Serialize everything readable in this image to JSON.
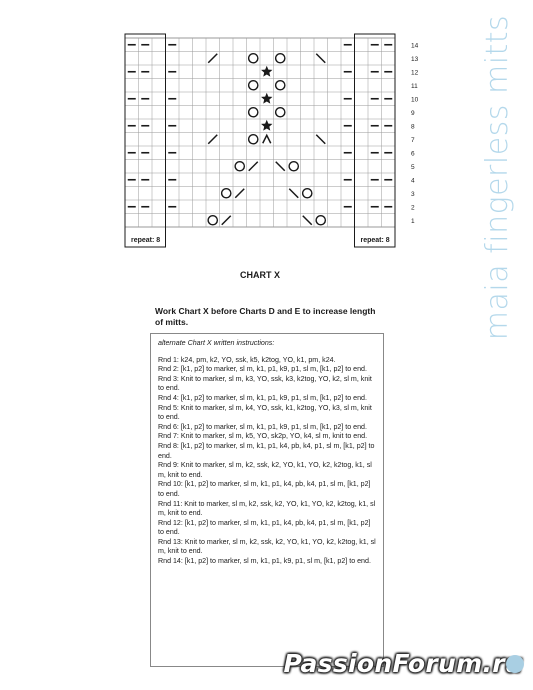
{
  "side_title": "maia fingerless mitts",
  "chart": {
    "label": "CHART X",
    "row_numbers": [
      "14",
      "13",
      "12",
      "11",
      "10",
      "9",
      "8",
      "7",
      "6",
      "5",
      "4",
      "3",
      "2",
      "1"
    ],
    "repeat_left": "repeat: 8",
    "repeat_right": "repeat: 8",
    "purl_symbol": "—",
    "symbols": [
      {
        "row": 13,
        "col": 6,
        "type": "k2tog"
      },
      {
        "row": 13,
        "col": 9,
        "type": "yo"
      },
      {
        "row": 13,
        "col": 11,
        "type": "yo"
      },
      {
        "row": 13,
        "col": 14,
        "type": "ssk"
      },
      {
        "row": 12,
        "col": 10,
        "type": "star"
      },
      {
        "row": 11,
        "col": 9,
        "type": "yo"
      },
      {
        "row": 11,
        "col": 11,
        "type": "yo"
      },
      {
        "row": 10,
        "col": 10,
        "type": "star"
      },
      {
        "row": 9,
        "col": 9,
        "type": "yo"
      },
      {
        "row": 9,
        "col": 11,
        "type": "yo"
      },
      {
        "row": 8,
        "col": 10,
        "type": "star"
      },
      {
        "row": 7,
        "col": 6,
        "type": "k2tog"
      },
      {
        "row": 7,
        "col": 9,
        "type": "yo"
      },
      {
        "row": 7,
        "col": 10,
        "type": "sk2p"
      },
      {
        "row": 7,
        "col": 14,
        "type": "ssk"
      },
      {
        "row": 5,
        "col": 8,
        "type": "yo"
      },
      {
        "row": 5,
        "col": 9,
        "type": "k2tog"
      },
      {
        "row": 5,
        "col": 11,
        "type": "ssk"
      },
      {
        "row": 5,
        "col": 12,
        "type": "yo"
      },
      {
        "row": 3,
        "col": 7,
        "type": "yo"
      },
      {
        "row": 3,
        "col": 8,
        "type": "k2tog"
      },
      {
        "row": 3,
        "col": 12,
        "type": "ssk"
      },
      {
        "row": 3,
        "col": 13,
        "type": "yo"
      },
      {
        "row": 1,
        "col": 6,
        "type": "yo"
      },
      {
        "row": 1,
        "col": 7,
        "type": "k2tog"
      },
      {
        "row": 1,
        "col": 13,
        "type": "ssk"
      },
      {
        "row": 1,
        "col": 14,
        "type": "yo"
      }
    ]
  },
  "note": "Work Chart X before Charts D and E to increase length of mitts.",
  "instructions": {
    "title": "alternate Chart X written instructions:",
    "rounds": [
      "Rnd 1: k24, pm, k2, YO, ssk, k5, k2tog, YO, k1, pm, k24.",
      "Rnd 2: [k1, p2] to marker, sl m, k1, p1, k9, p1, sl m, [k1, p2] to end.",
      "Rnd 3: Knit to marker, sl m, k3, YO, ssk, k3, k2tog, YO, k2, sl m, knit to end.",
      "Rnd 4: [k1, p2] to marker, sl m, k1, p1, k9, p1, sl m, [k1, p2] to end.",
      "Rnd 5: Knit to marker, sl m, k4, YO, ssk, k1, k2tog, YO, k3, sl m, knit to end.",
      "Rnd 6: [k1, p2] to marker, sl m, k1, p1, k9, p1, sl m, [k1, p2] to end.",
      "Rnd 7: Knit to marker, sl m, k5, YO, sk2p, YO, k4, sl m, knit to end.",
      "Rnd 8: [k1, p2] to marker, sl m, k1, p1, k4, pb, k4, p1, sl m, [k1, p2] to end.",
      "Rnd 9: Knit to marker, sl m, k2, ssk, k2, YO, k1, YO, k2, k2tog, k1, sl m, knit to end.",
      "Rnd 10: [k1, p2] to marker, sl m, k1, p1, k4, pb, k4, p1, sl m, [k1, p2] to end.",
      "Rnd 11: Knit to marker, sl m, k2, ssk, k2, YO, k1, YO, k2, k2tog, k1, sl m, knit to end.",
      "Rnd 12: [k1, p2] to marker, sl m, k1, p1, k4, pb, k4, p1, sl m, [k1, p2] to end.",
      "Rnd 13: Knit to marker, sl m, k2, ssk, k2, YO, k1, YO, k2, k2tog, k1, sl m, knit to end.",
      "Rnd 14: [k1, p2] to marker, sl m, k1, p1, k9, p1, sl m, [k1, p2] to end."
    ]
  },
  "watermark": "PassionForum.ru",
  "colors": {
    "side_title": "#b4d8eb",
    "page_dot": "#a9cfe3",
    "grid": "#9a9a9a",
    "ink": "#1a1a1a"
  }
}
